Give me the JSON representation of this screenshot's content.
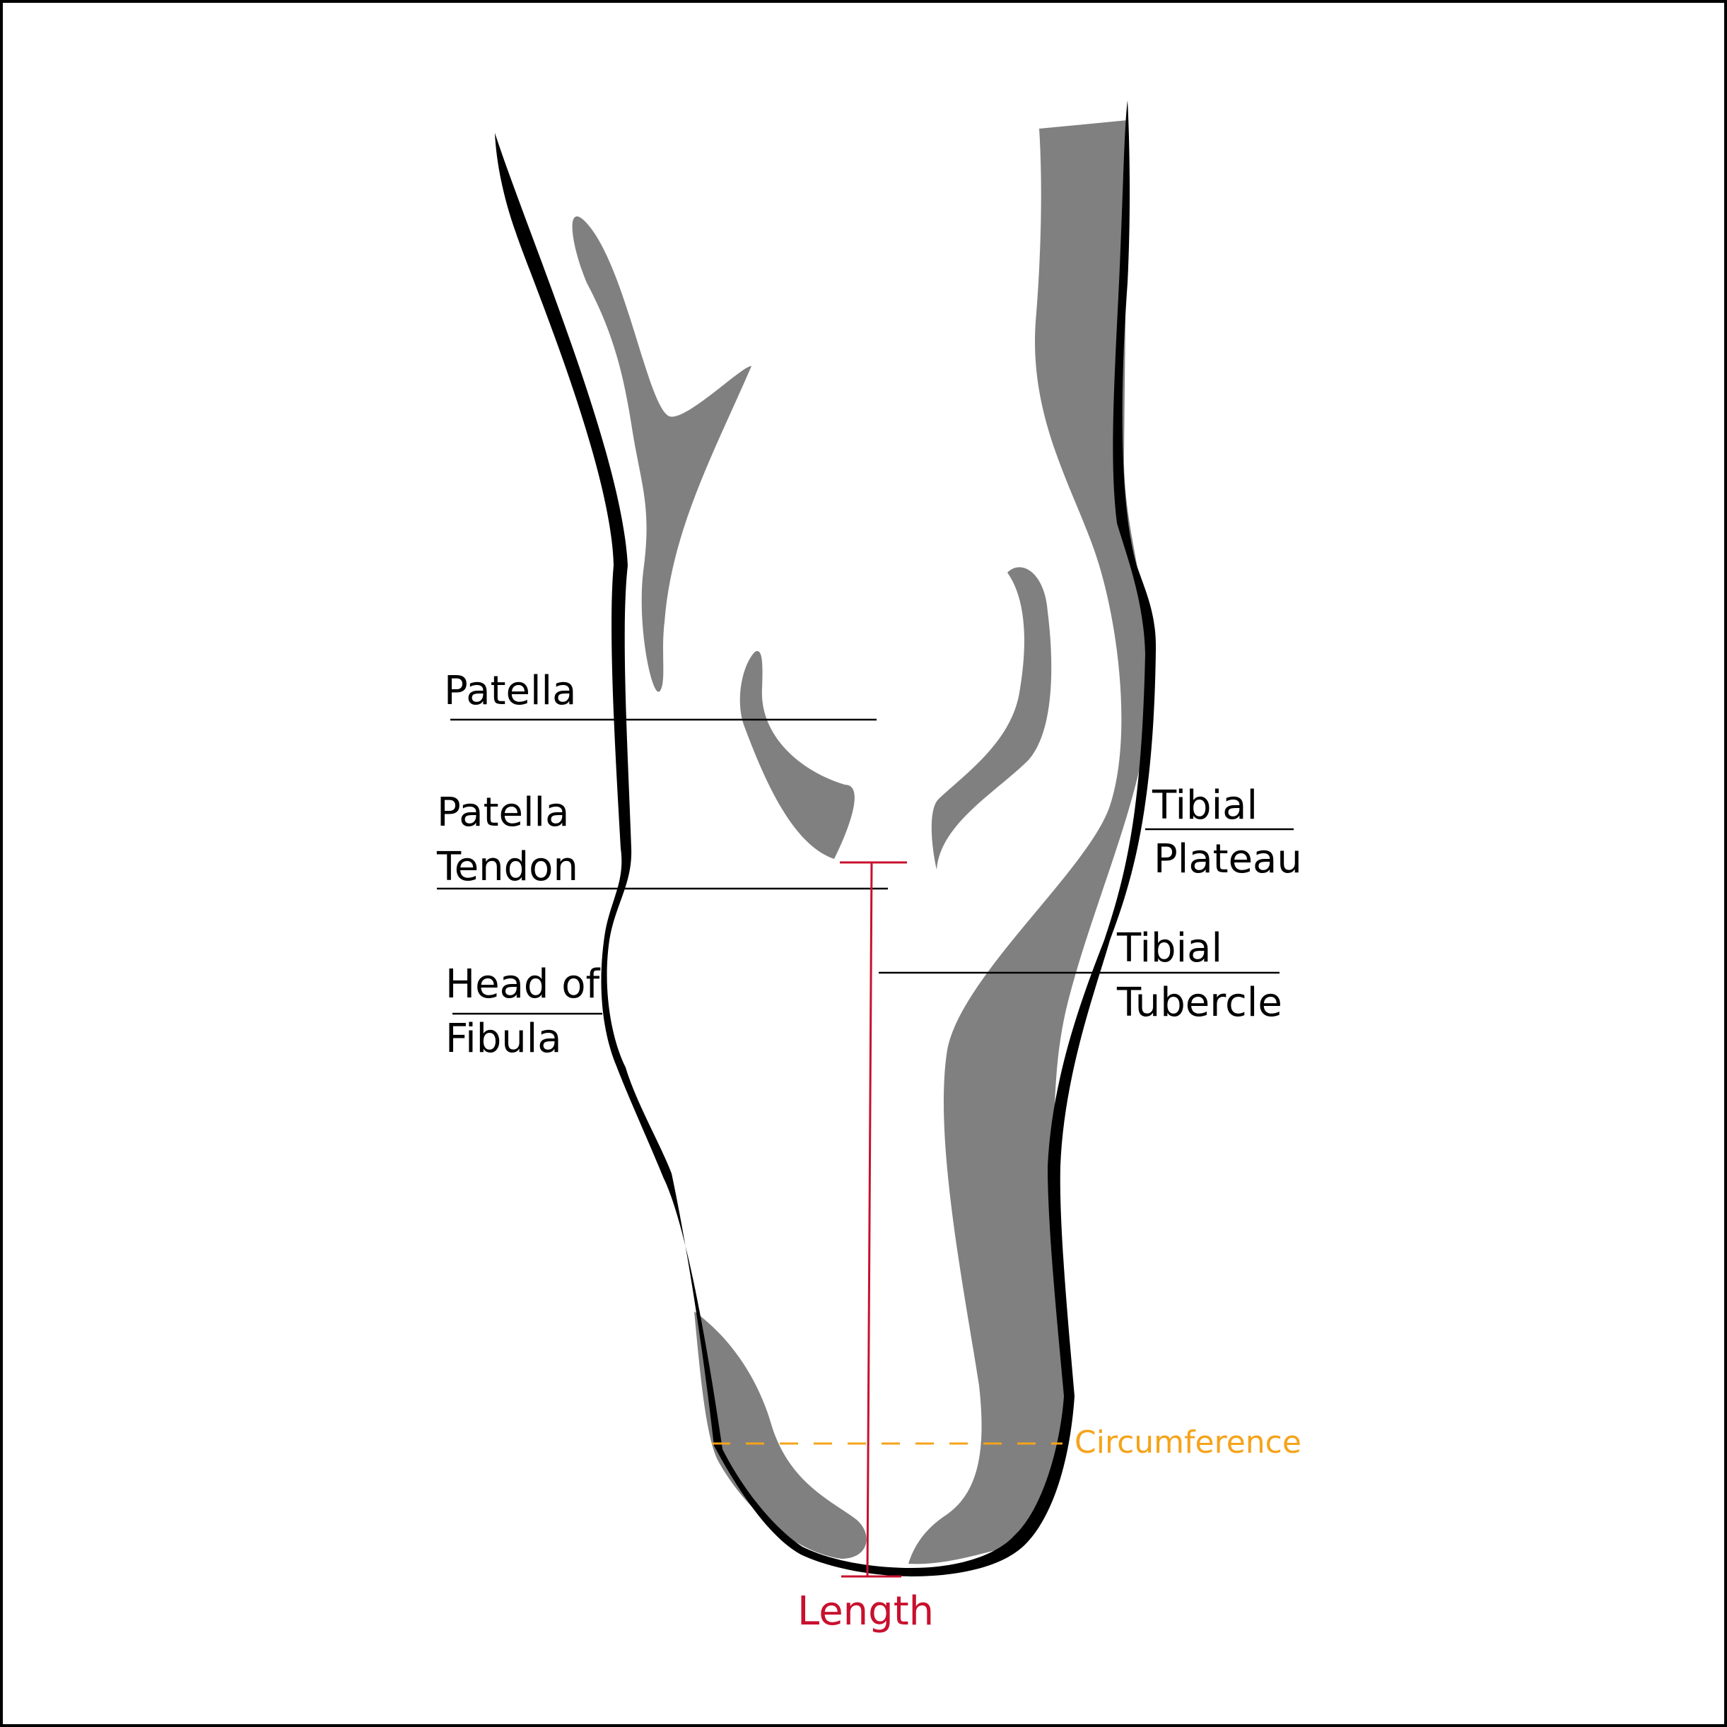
{
  "labels": {
    "patella": "Patella",
    "patella_tendon_line1": "Patella",
    "patella_tendon_line2": "Tendon",
    "head_of_fibula_line1": "Head of",
    "head_of_fibula_line2": "Fibula",
    "tibial_plateau_line1": "Tibial",
    "tibial_plateau_line2": "Plateau",
    "tibial_tubercle_line1": "Tibial",
    "tibial_tubercle_line2": "Tubercle",
    "circumference": "Circumference",
    "length": "Length"
  },
  "colors": {
    "outline": "#000000",
    "bone_shading": "#808080",
    "label_text": "#000000",
    "length_measure": "#c8102e",
    "circumference_measure": "#f5a31a"
  }
}
